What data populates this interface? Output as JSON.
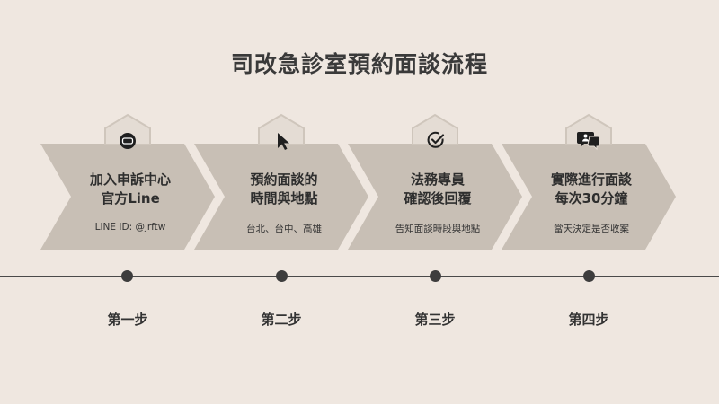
{
  "title": "司改急診室預約面談流程",
  "colors": {
    "background": "#efe7e0",
    "chevron": "#c8bfb5",
    "badge_fill": "#ddd5cd",
    "badge_stroke": "#cfc6bc",
    "text_dark": "#2e2e2e",
    "line": "#4a4a4a"
  },
  "steps": [
    {
      "title_lines": [
        "加入申訴中心",
        "官方Line"
      ],
      "subtitle": "LINE ID: @jrftw",
      "label": "第一步",
      "icon": "line-chat-icon"
    },
    {
      "title_lines": [
        "預約面談的",
        "時間與地點"
      ],
      "subtitle": "台北、台中、高雄",
      "label": "第二步",
      "icon": "cursor-icon"
    },
    {
      "title_lines": [
        "法務專員",
        "確認後回覆"
      ],
      "subtitle": "告知面談時段與地點",
      "label": "第三步",
      "icon": "check-circle-icon"
    },
    {
      "title_lines": [
        "實際進行面談",
        "每次30分鐘"
      ],
      "subtitle": "當天決定是否收案",
      "label": "第四步",
      "icon": "chat-person-icon"
    }
  ]
}
